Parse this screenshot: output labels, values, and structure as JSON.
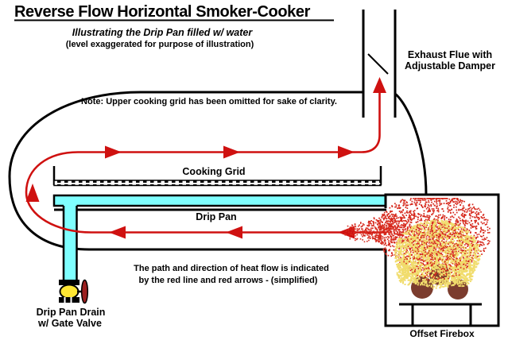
{
  "title": "Reverse Flow Horizontal Smoker-Cooker",
  "subtitle": "Illustrating the Drip Pan filled w/ water",
  "subtitle_note": "(level exaggerated for purpose of illustration)",
  "note": "Note:  Upper cooking grid has been omitted for sake of clarity.",
  "labels": {
    "exhaust_line1": "Exhaust Flue with",
    "exhaust_line2": "Adjustable Damper",
    "cooking_grid": "Cooking Grid",
    "drip_pan": "Drip Pan",
    "heat_flow_line1": "The path and direction of heat flow is indicated",
    "heat_flow_line2": "by the red line and red arrows - (simplified)",
    "drain_line1": "Drip Pan Drain",
    "drain_line2": "w/ Gate Valve",
    "offset_firebox": "Offset Firebox"
  },
  "colors": {
    "outline": "#000000",
    "water": "#7FFFFF",
    "flow_red": "#CF1110",
    "note_gray": "#8F8F8F",
    "fire_red": "#D6281C",
    "fire_yellow": "#F1DC6C",
    "log_brown": "#7B3C2E",
    "valve_yellow": "#FFE633",
    "valve_handle_red": "#9B2020"
  }
}
